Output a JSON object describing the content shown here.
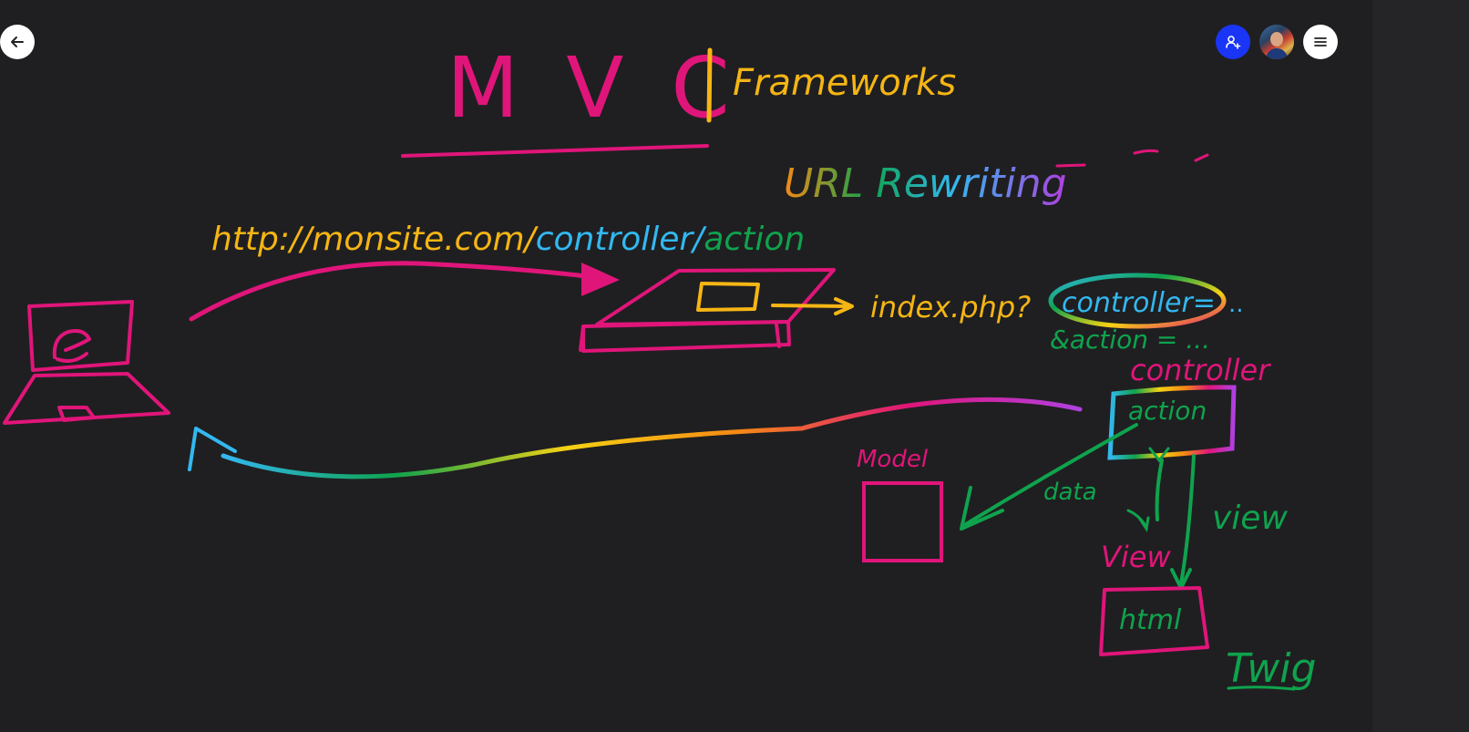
{
  "toolbar": {
    "back_icon": "arrow-left-icon",
    "share_icon": "add-person-icon",
    "avatar_label": "user-avatar",
    "menu_icon": "hamburger-menu-icon"
  },
  "board": {
    "title": "MVC",
    "subtitle": "Frameworks",
    "url_rewriting": "URL Rewriting",
    "url_prefix": "http://monsite.com/",
    "url_controller": "controller",
    "url_slash": "/",
    "url_action": "action",
    "index_php": "index.php?",
    "query_controller": "controller=",
    "query_dots": "..",
    "query_action": "&action = ...",
    "label_controller": "controller",
    "label_action": "action",
    "label_model": "Model",
    "label_data": "data",
    "label_view_inner": "View",
    "label_view_outer": "view",
    "label_html": "html",
    "label_twig": "Twig"
  },
  "colors": {
    "background": "#1f1f21",
    "magenta": "#e0157a",
    "yellow": "#f5b514",
    "blue": "#33b8f0",
    "green": "#0fa34d",
    "share_button": "#1a35f5"
  }
}
